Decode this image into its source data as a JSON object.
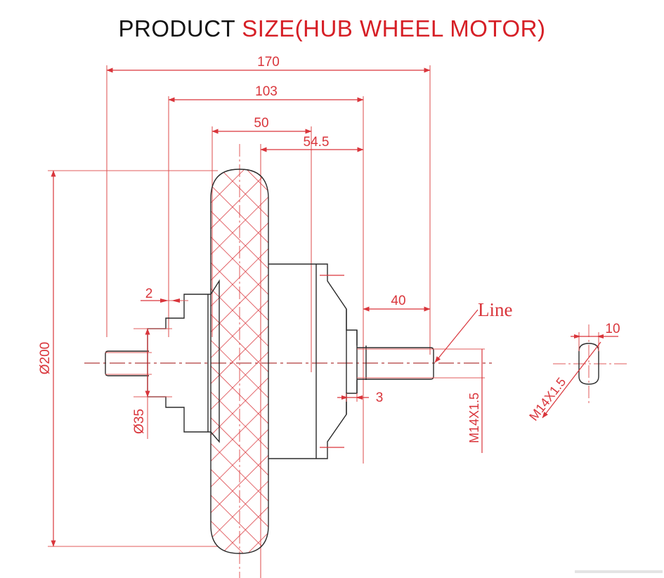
{
  "title": {
    "part_black": "PRODUCT ",
    "part_red": "SIZE(HUB WHEEL MOTOR)",
    "full": "PRODUCT SIZE(HUB WHEEL MOTOR)"
  },
  "colors": {
    "dimension_red": "#d9353b",
    "outline_black": "#2b2b2b",
    "title_black": "#141414",
    "background": "#ffffff"
  },
  "drawing": {
    "subject": "hub wheel motor cross-section",
    "views": [
      {
        "name": "main-section-view",
        "label": ""
      },
      {
        "name": "axle-end-detail-view",
        "label": ""
      }
    ]
  },
  "dimensions": {
    "overall_width": "170",
    "hub_width": "103",
    "inner_width_left": "50",
    "inner_width_right": "54.5",
    "axle_right_length": "40",
    "flange_step": "3",
    "flange_left_step": "2",
    "overall_diameter": "Ø200",
    "hub_diameter": "Ø35",
    "thread_main": "M14X1.5",
    "thread_detail": "M14X1.5",
    "flat_width": "10"
  },
  "annotations": {
    "wire_label": "Line"
  }
}
